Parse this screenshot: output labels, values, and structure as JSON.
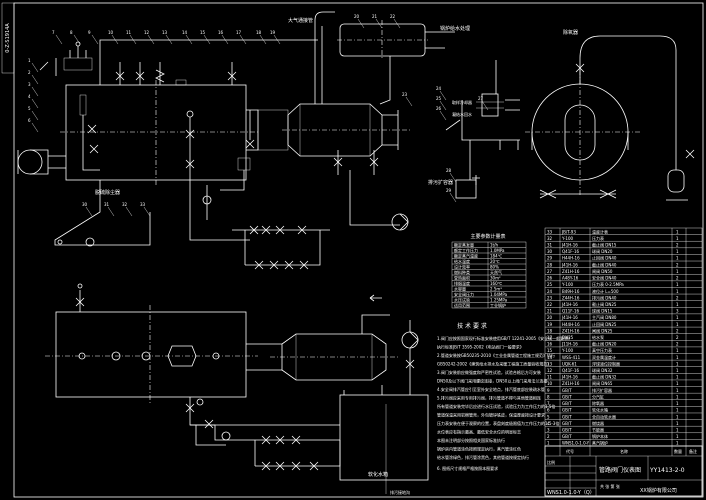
{
  "side_code": "0-Z-S1914A",
  "labels": {
    "atmosphere": "大气通接管",
    "boiler_feed": "锅炉给水处理",
    "separator": "脱硫除尘器",
    "deaerator": "除氧器",
    "water_tank": "软化水箱",
    "sample_cooler": "取样冷却器",
    "condenser": "凝结水回水",
    "sewage": "排污扩容器",
    "blowdown_note": "排污接地沟",
    "tech_title": "技 术 要 求",
    "note_final": "6. 图纸尺寸规格严格按照本图要求"
  },
  "leaders": [
    "1",
    "2",
    "3",
    "4",
    "5",
    "6",
    "7",
    "8",
    "9",
    "10",
    "11",
    "12",
    "13",
    "14",
    "15",
    "16",
    "17",
    "18",
    "19",
    "20",
    "21",
    "22",
    "23",
    "24",
    "25",
    "26",
    "27",
    "28",
    "29",
    "30",
    "31",
    "32",
    "33"
  ],
  "parameter_table": {
    "title": "主要参数计量表",
    "rows": [
      {
        "name": "额定蒸发量",
        "value": "1t/h"
      },
      {
        "name": "额定工作压力",
        "value": "1.0MPa"
      },
      {
        "name": "额定蒸汽温度",
        "value": "184℃"
      },
      {
        "name": "给水温度",
        "value": "20℃"
      },
      {
        "name": "设计效率",
        "value": "80%"
      },
      {
        "name": "燃料种类",
        "value": "天然气"
      },
      {
        "name": "受热面积",
        "value": "30m²"
      },
      {
        "name": "排烟温度",
        "value": "160℃"
      },
      {
        "name": "水容量",
        "value": "2.5m³"
      },
      {
        "name": "安全阀压力",
        "value": "1.04MPa"
      },
      {
        "name": "水压试验",
        "value": "1.25MPa"
      },
      {
        "name": "适用范围",
        "value": "工业锅炉"
      }
    ]
  },
  "tech_notes": [
    "1.阀门应按照国家现行标准安装使用GB/T 12241-2005《安全阀一般要求》",
    "执行标准JB/T 3595-2002《电站阀门一般要求》",
    "2.管道安装按GB50235-2010《工业金属管道工程施工规范》执行",
    "GB50242-2002《建筑给水排水及采暖工程施工质量验收规范》",
    "3.阀门安装前应做强度和严密性试验，试验合格后方可安装",
    "DN50及以下阀门采用螺纹连接，DN50以上阀门采用法兰连接",
    "4.安全阀排汽管应引至室外安全地点，排汽管底部应装疏水管",
    "5.排污阀应采用专用排污阀，排污管道不得与其他管道相连",
    "所有管道安装完毕后应进行水压试验，试验压力为工作压力的1.5倍",
    "管道保温采用岩棉管壳，外包镀锌铁皮，保温厚度按设计要求",
    "压力表安装在便于观察的位置，表盘刻度极限值为工作压力的1.5-3倍",
    "水位表应有指示最高、最低安全水位的明显标志",
    "本图未注明部分按照相关国家标准执行",
    "锅炉房内管道涂色按照规定执行，蒸汽管涂红色",
    "给水管涂绿色，排污管涂黑色，其他管道按规定执行"
  ],
  "parts_table": {
    "rows": [
      {
        "no": "33",
        "code": "JB/T-93",
        "name": "温度计表",
        "qty": "1"
      },
      {
        "no": "32",
        "code": "Y-100",
        "name": "压力表",
        "qty": "1"
      },
      {
        "no": "31",
        "code": "J41H-16",
        "name": "截止阀 DN15",
        "qty": "2"
      },
      {
        "no": "30",
        "code": "Q41F-16",
        "name": "球阀 DN20",
        "qty": "1"
      },
      {
        "no": "29",
        "code": "H44H-16",
        "name": "止回阀 DN40",
        "qty": "1"
      },
      {
        "no": "28",
        "code": "J41H-16",
        "name": "截止阀 DN40",
        "qty": "2"
      },
      {
        "no": "27",
        "code": "Z41H-16",
        "name": "闸阀 DN50",
        "qty": "1"
      },
      {
        "no": "26",
        "code": "A48Y-16",
        "name": "安全阀 DN40",
        "qty": "2"
      },
      {
        "no": "25",
        "code": "Y-100",
        "name": "压力表 0-2.5MPa",
        "qty": "1"
      },
      {
        "no": "24",
        "code": "B49H-16",
        "name": "液位计 L=500",
        "qty": "1"
      },
      {
        "no": "23",
        "code": "Z44H-16",
        "name": "排污阀 DN40",
        "qty": "2"
      },
      {
        "no": "22",
        "code": "J41H-16",
        "name": "截止阀 DN25",
        "qty": "1"
      },
      {
        "no": "21",
        "code": "Q11F-16",
        "name": "球阀 DN15",
        "qty": "3"
      },
      {
        "no": "20",
        "code": "J41H-16",
        "name": "主汽阀 DN80",
        "qty": "1"
      },
      {
        "no": "19",
        "code": "H44H-16",
        "name": "止回阀 DN25",
        "qty": "1"
      },
      {
        "no": "18",
        "code": "Z41H-16",
        "name": "闸阀 DN25",
        "qty": "2"
      },
      {
        "no": "17",
        "code": "DN25",
        "name": "给水泵",
        "qty": "2"
      },
      {
        "no": "16",
        "code": "J11H-16",
        "name": "截止阀 DN20",
        "qty": "2"
      },
      {
        "no": "15",
        "code": "Y-100",
        "name": "真空压力表",
        "qty": "1"
      },
      {
        "no": "14",
        "code": "WSS-411",
        "name": "双金属温度计",
        "qty": "1"
      },
      {
        "no": "13",
        "code": "UQK-61",
        "name": "浮球液位控制器",
        "qty": "1"
      },
      {
        "no": "12",
        "code": "Q41F-16",
        "name": "球阀 DN32",
        "qty": "1"
      },
      {
        "no": "11",
        "code": "J41H-16",
        "name": "截止阀 DN32",
        "qty": "1"
      },
      {
        "no": "10",
        "code": "Z41H-16",
        "name": "闸阀 DN65",
        "qty": "1"
      },
      {
        "no": "9",
        "code": "GB/T",
        "name": "排污扩容器",
        "qty": "1"
      },
      {
        "no": "8",
        "code": "GB/T",
        "name": "分汽缸",
        "qty": "1"
      },
      {
        "no": "7",
        "code": "GB/T",
        "name": "除氧器",
        "qty": "1"
      },
      {
        "no": "6",
        "code": "GB/T",
        "name": "软化水箱",
        "qty": "1"
      },
      {
        "no": "5",
        "code": "GB/T",
        "name": "全自动软水器",
        "qty": "1"
      },
      {
        "no": "4",
        "code": "GB/T",
        "name": "燃烧器",
        "qty": "1"
      },
      {
        "no": "3",
        "code": "GB/T",
        "name": "节能器",
        "qty": "1"
      },
      {
        "no": "2",
        "code": "GB/T",
        "name": "锅炉本体",
        "qty": "1"
      },
      {
        "no": "1",
        "code": "WNS1.0-1.0-Y",
        "name": "蒸汽锅炉",
        "qty": "1"
      }
    ]
  },
  "title_block": {
    "header_code": "代号",
    "header_name": "名称",
    "header_qty": "数量",
    "header_note": "备注",
    "drawing_title": "管路阀门仪表图",
    "drawing_no": "YY1413-2-0",
    "model": "WNS1.0-1.0-Y（Q）",
    "company": "XX锅炉有限公司",
    "label_scale": "比例",
    "label_sheet": "共 张 第 张"
  }
}
